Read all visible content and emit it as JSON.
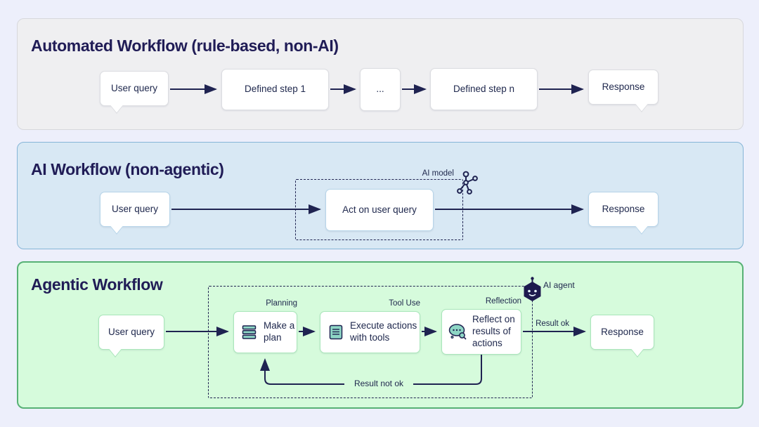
{
  "colors": {
    "page_background": "#edeffb",
    "navy_ink": "#1f2351",
    "panel_automated_bg": "#efeff1",
    "panel_ai_bg": "#d8e8f4",
    "panel_ai_border": "#85b5d7",
    "panel_agentic_bg": "#d6fbdc",
    "panel_agentic_border": "#57b175",
    "icon_teal": "#8ed6c5",
    "agent_hexagon": "#1d1a4e"
  },
  "panels": [
    {
      "title": "Automated Workflow (rule-based, non-AI)",
      "nodes": {
        "user_query": "User query",
        "step1": "Defined step 1",
        "ellipsis": "...",
        "step_n": "Defined step n",
        "response": "Response"
      }
    },
    {
      "title": "AI Workflow (non-agentic)",
      "nodes": {
        "user_query": "User query",
        "act": "Act on user query",
        "response": "Response"
      },
      "annotations": {
        "ai_model": "AI model"
      }
    },
    {
      "title": "Agentic Workflow",
      "nodes": {
        "user_query": "User query",
        "plan": "Make a plan",
        "execute": "Execute actions with tools",
        "reflect": "Reflect on results of actions",
        "response": "Response"
      },
      "step_labels": {
        "planning": "Planning",
        "tool_use": "Tool Use",
        "reflection": "Reflection"
      },
      "annotations": {
        "ai_agent": "AI agent",
        "result_ok": "Result ok",
        "result_not_ok": "Result not ok"
      }
    }
  ]
}
